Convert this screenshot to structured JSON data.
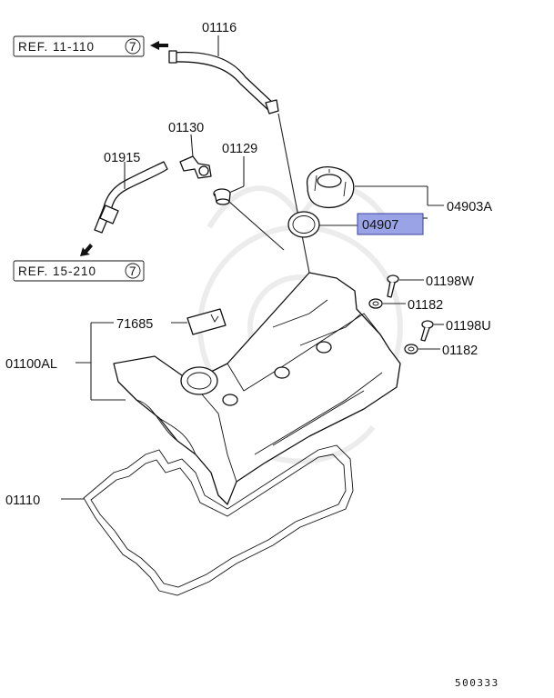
{
  "references": [
    {
      "label": "REF. 11-110",
      "circled": "7"
    },
    {
      "label": "REF. 15-210",
      "circled": "7"
    }
  ],
  "parts": {
    "p01116": "01116",
    "p01130": "01130",
    "p01129": "01129",
    "p01915": "01915",
    "p04903A": "04903A",
    "p04907": "04907",
    "p01198W": "01198W",
    "p01182a": "01182",
    "p01198U": "01198U",
    "p01182b": "01182",
    "p71685": "71685",
    "p01100AL": "01100AL",
    "p01110": "01110"
  },
  "highlight_color": "#9aa3e6",
  "diagram_code": "500333"
}
